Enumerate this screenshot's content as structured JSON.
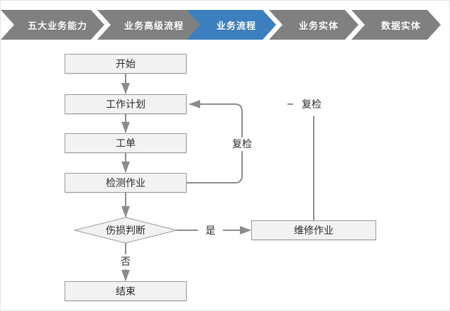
{
  "breadcrumb": {
    "items": [
      {
        "label": "五大业务能力",
        "state": "inactive"
      },
      {
        "label": "业务高级流程",
        "state": "inactive"
      },
      {
        "label": "业务流程",
        "state": "active"
      },
      {
        "label": "业务实体",
        "state": "inactive"
      },
      {
        "label": "数据实体",
        "state": "inactive"
      }
    ],
    "active_color": "#3b7fbf",
    "inactive_color": "#808080",
    "text_color": "#ffffff"
  },
  "flowchart": {
    "type": "flowchart",
    "nodes": [
      {
        "id": "start",
        "label": "开始",
        "shape": "rect"
      },
      {
        "id": "workplan",
        "label": "工作计划",
        "shape": "rect"
      },
      {
        "id": "workorder",
        "label": "工单",
        "shape": "rect"
      },
      {
        "id": "inspection",
        "label": "检测作业",
        "shape": "rect"
      },
      {
        "id": "decision",
        "label": "伤损判断",
        "shape": "diamond"
      },
      {
        "id": "repair",
        "label": "维修作业",
        "shape": "rect"
      },
      {
        "id": "end",
        "label": "结束",
        "shape": "rect"
      }
    ],
    "edge_labels": [
      {
        "id": "recheck-loop",
        "label": "复检"
      },
      {
        "id": "recheck-repair",
        "label": "复检"
      },
      {
        "id": "yes",
        "label": "是"
      },
      {
        "id": "no",
        "label": "否"
      }
    ],
    "node_fill": "#f2f2f2",
    "node_border": "#9a9a9a",
    "connector_color": "#8c8c8c"
  }
}
